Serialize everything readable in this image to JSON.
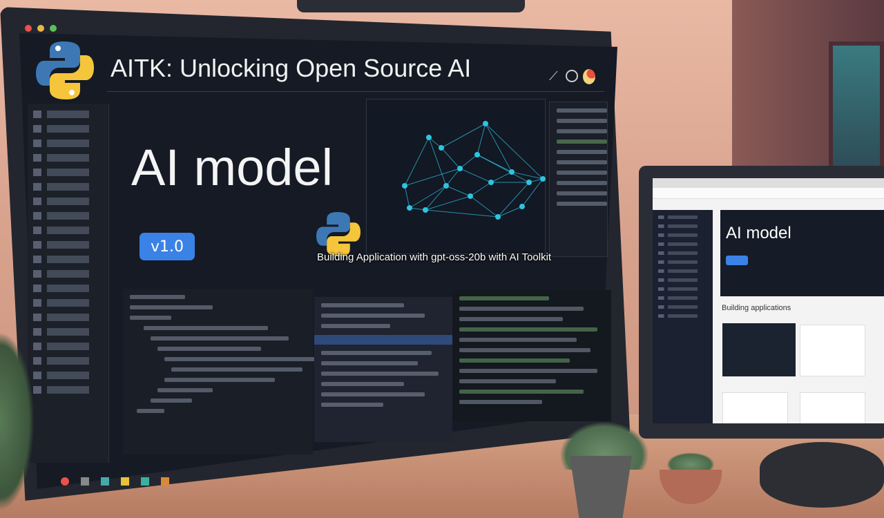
{
  "main_monitor": {
    "title": "AITK: Unlocking Open Source AI",
    "hero_heading": "AI model",
    "version_badge": "v1.0",
    "icons": [
      "python-logo",
      "wand-icon",
      "chat-icon",
      "avatar"
    ]
  },
  "caption": "Building Application with gpt-oss-20b with AI Toolkit",
  "secondary_monitor": {
    "hero_heading": "AI model",
    "section_heading": "Building applications"
  },
  "colors": {
    "accent": "#3b82e6",
    "graph": "#2ec4e0",
    "screen_bg": "#151a24"
  }
}
